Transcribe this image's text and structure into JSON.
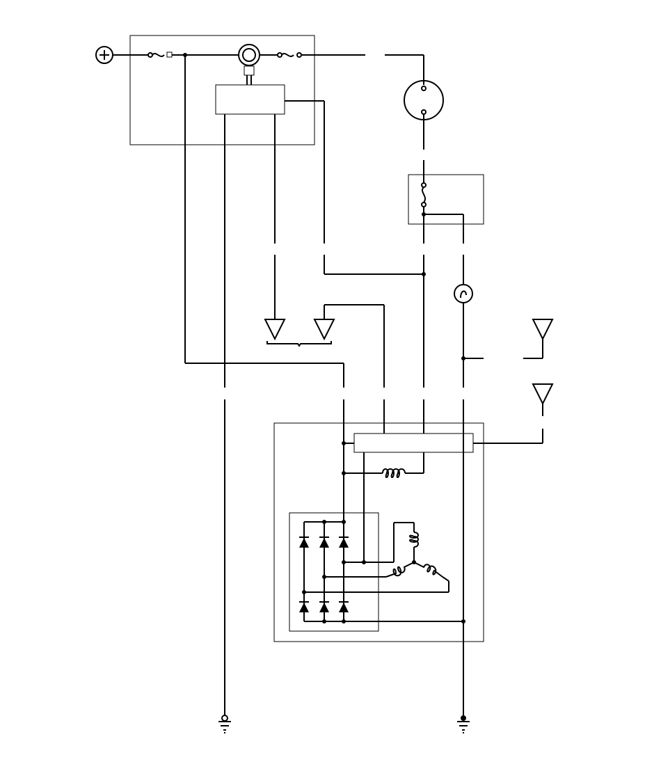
{
  "diagram": {
    "type": "automotive charging system wiring schematic",
    "line_color": "#000000",
    "background_color": "#ffffff",
    "components": [
      {
        "id": "battery-positive-terminal",
        "symbol": "plus-in-circle"
      },
      {
        "id": "underhood-fuse-relay-box"
      },
      {
        "id": "main-fuse-left"
      },
      {
        "id": "battery-post-ring-terminal"
      },
      {
        "id": "fuse-right"
      },
      {
        "id": "fuse-box-control-module"
      },
      {
        "id": "ignition-switch"
      },
      {
        "id": "fuse-relay-block-lower"
      },
      {
        "id": "charging-indicator-lamp"
      },
      {
        "id": "connector-pair"
      },
      {
        "id": "connector-right-upper"
      },
      {
        "id": "connector-right-lower"
      },
      {
        "id": "alternator-assembly"
      },
      {
        "id": "voltage-regulator"
      },
      {
        "id": "field-coil"
      },
      {
        "id": "rectifier-bridge",
        "diodes": 6
      },
      {
        "id": "stator-windings",
        "coils": 3
      },
      {
        "id": "ground-left",
        "symbol": "ground-icon"
      },
      {
        "id": "ground-right",
        "symbol": "ground-icon"
      }
    ]
  }
}
